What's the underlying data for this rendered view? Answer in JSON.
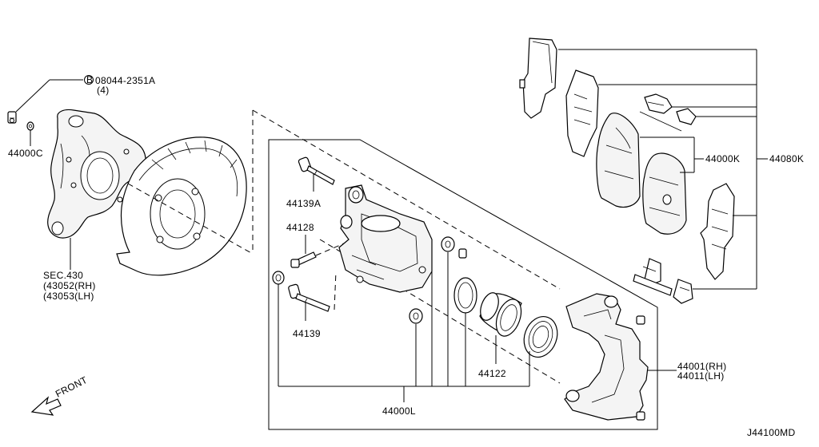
{
  "diagram_id": "J44100MD",
  "front_label": "FRONT",
  "labels": {
    "bolt_part": "08044-2351A",
    "bolt_qty": "(4)",
    "washer": "44000C",
    "knuckle_sec": "SEC.430",
    "knuckle_rh": "(43052(RH)",
    "knuckle_lh": "(43053(LH)",
    "pin_a": "44139A",
    "pin_bleed": "44128",
    "pin_b": "44139",
    "piston": "44122",
    "caliper_kit": "44000L",
    "pad_kit": "44000K",
    "pad_hardware": "44080K",
    "bracket_rh": "44001(RH)",
    "bracket_lh": "44011(LH)"
  }
}
